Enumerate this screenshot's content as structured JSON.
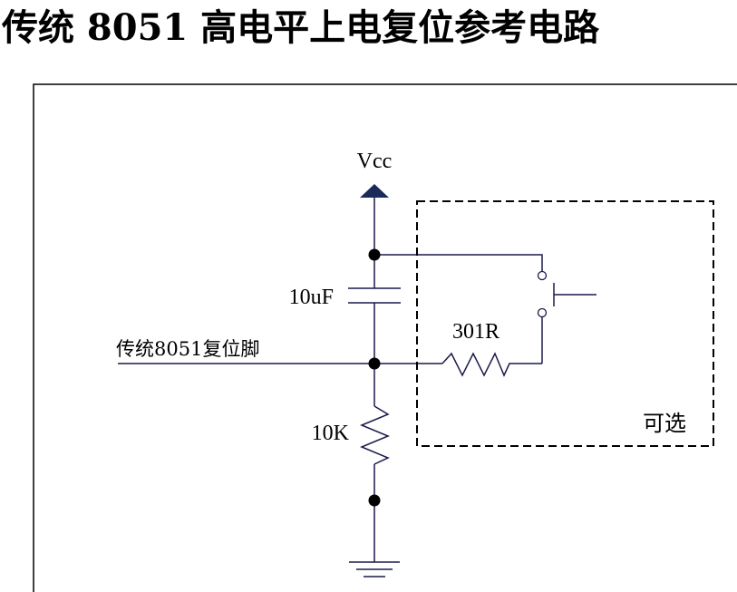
{
  "title": "传统 8051 高电平上电复位参考电路",
  "labels": {
    "vcc": "Vcc",
    "capacitor": "10uF",
    "pin": "传统8051复位脚",
    "resistor_series": "301R",
    "resistor_pulldown": "10K",
    "optional_box": "可选"
  },
  "colors": {
    "wire": "#1a1a4a",
    "vcc_arrow": "#1a2a5a",
    "text": "#000000"
  }
}
